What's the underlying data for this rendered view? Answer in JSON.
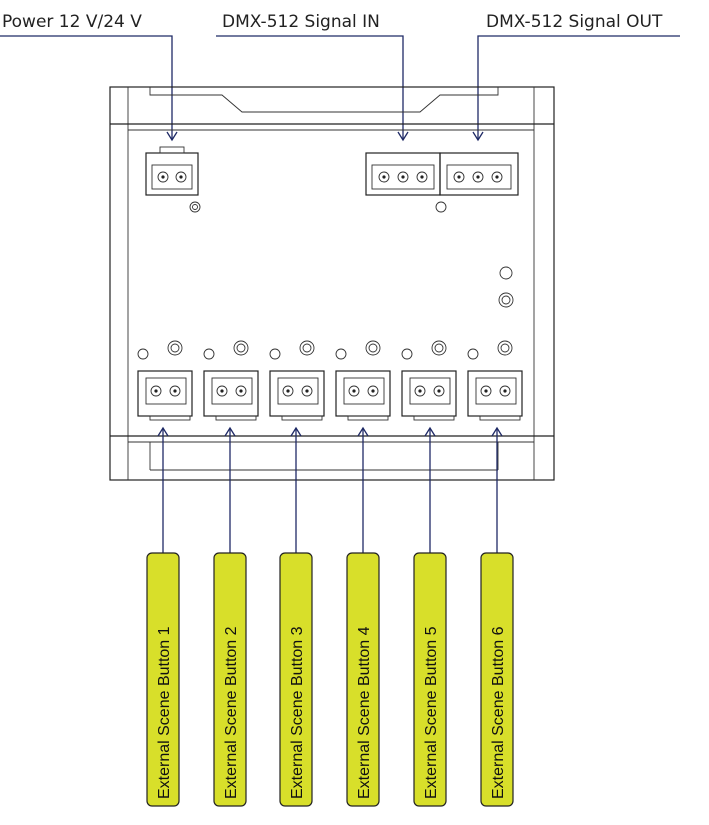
{
  "labels": {
    "power": "Power 12 V/24 V",
    "dmx_in": "DMX-512 Signal IN",
    "dmx_out": "DMX-512 Signal OUT"
  },
  "buttons": [
    "External Scene Button 1",
    "External Scene Button 2",
    "External Scene Button 3",
    "External Scene Button 4",
    "External Scene Button 5",
    "External Scene Button 6"
  ],
  "colors": {
    "leader_line": "#1f2a66",
    "button_fill": "#d8df2a",
    "outline": "#222222"
  }
}
